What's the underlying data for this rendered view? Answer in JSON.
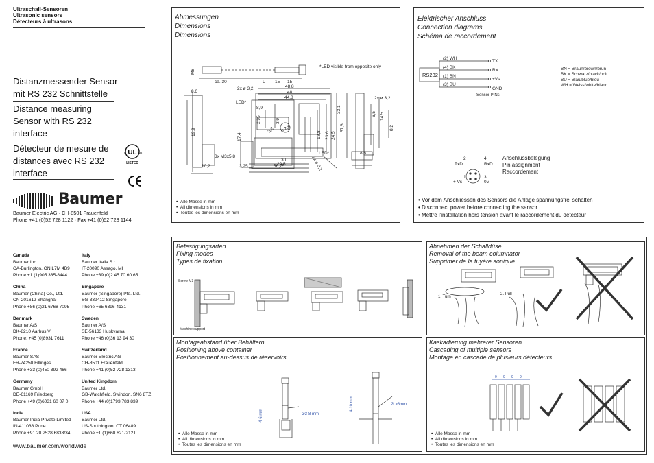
{
  "header": {
    "line1": "Ultraschall-Sensoren",
    "line2": "Ultrasonic sensors",
    "line3": "Détecteurs à ultrasons"
  },
  "titles": {
    "de": [
      "Distanzmessender Sensor",
      "mit RS 232 Schnittstelle"
    ],
    "en": [
      "Distance measuring",
      "Sensor with RS 232",
      "interface"
    ],
    "fr": [
      "Détecteur de mesure de",
      "distances avec RS 232",
      "interface"
    ]
  },
  "brand": {
    "logo": "Baumer",
    "company": "Baumer Electric AG · CH-8501 Frauenfeld",
    "phone": "Phone +41 (0)52 728 1122 · Fax +41 (0)52 728 1144"
  },
  "dimensions": {
    "heading": [
      "Abmessungen",
      "Dimensions",
      "Dimensions"
    ],
    "led_note": "*LED visible from opposite only",
    "labels": {
      "m8": "M8",
      "ca30": "ca. 30",
      "l": "L",
      "d15a": "15",
      "d15b": "15",
      "d86a": "8,6",
      "hole": "2x ø 3,2",
      "d488a": "48,8",
      "d48": "48",
      "d448": "44,8",
      "led": "LED*",
      "d89": "8,9",
      "d295": "2,95",
      "d39": "3,9",
      "d174": "17,4",
      "d32": "3,2",
      "d25": "ø 2,5",
      "d331": "33,1",
      "d576": "57,6",
      "d138": "13,8",
      "d236": "23,6",
      "d245": "24,5",
      "d205": "20,5",
      "d30": "30",
      "d3675": "36,75",
      "d325": "3,25",
      "m3": "3x M3x5,8",
      "d102": "10,2",
      "d199": "19,9",
      "led2": "LED*",
      "hole2": "2x ø 3,2",
      "d65": "6,5",
      "d145": "14,5",
      "d82": "8,2",
      "d86b": "8,6",
      "hole3": "2x ø 3,2"
    },
    "notes": [
      "Alle Masse in mm",
      "All dimensions in mm",
      "Toutes les dimensions en mm"
    ]
  },
  "electrical": {
    "heading": [
      "Elektrischer Anschluss",
      "Connection diagrams",
      "Schéma de raccordement"
    ],
    "rs232": "RS232",
    "wires": [
      "(2) WH",
      "(4) BK",
      "(1) BN",
      "(3) BU"
    ],
    "signals": [
      "TX",
      "RX",
      "+Vs",
      "GND"
    ],
    "sensor_pins": "Sensor PINs",
    "legend": [
      "BN = Braun/brown/brun",
      "BK = Schwarz/black/noir",
      "BU = Blau/blue/bleu",
      "WH = Weiss/white/blanc"
    ],
    "pins": {
      "p2": "2",
      "p4": "4",
      "txd": "TxD",
      "rxd": "RxD",
      "p1": "1",
      "p3": "3",
      "vs": "+ Vs",
      "v0": "0V"
    },
    "pin_heading": [
      "Anschlussbelegung",
      "Pin assignment",
      "Raccordement"
    ],
    "bullets": [
      "Vor dem Anschliessen des Sensors die Anlage spannungsfrei schalten",
      "Disconnect power before connecting the sensor",
      "Mettre l'installation hors tension avant le raccordement du détecteur"
    ]
  },
  "addresses": [
    {
      "country": "Canada",
      "lines": [
        "Baumer Inc.",
        "CA-Burlington, ON L7M 4B9",
        "Phone +1 (1)905 335-8444"
      ]
    },
    {
      "country": "Italy",
      "lines": [
        "Baumer Italia S.r.l.",
        "IT-20090 Assago, MI",
        "Phone +39 (0)2 45 70 60 65"
      ]
    },
    {
      "country": "China",
      "lines": [
        "Baumer (China) Co., Ltd.",
        "CN-201612 Shanghai",
        "Phone +86 (0)21 6768 7095"
      ]
    },
    {
      "country": "Singapore",
      "lines": [
        "Baumer (Singapore) Pte. Ltd.",
        "SG-339412 Singapore",
        "Phone +65 6396 4131"
      ]
    },
    {
      "country": "Denmark",
      "lines": [
        "Baumer A/S",
        "DK-8210 Aarhus V",
        "Phone: +45 (0)8931 7611"
      ]
    },
    {
      "country": "Sweden",
      "lines": [
        "Baumer A/S",
        "SE-56133 Huskvarna",
        "Phone +46 (0)36 13 94 30"
      ]
    },
    {
      "country": "France",
      "lines": [
        "Baumer SAS",
        "FR-74250 Fillinges",
        "Phone +33 (0)450 392 466"
      ]
    },
    {
      "country": "Switzerland",
      "lines": [
        "Baumer Electric AG",
        "CH-8501 Frauenfeld",
        "Phone +41 (0)52 728 1313"
      ]
    },
    {
      "country": "Germany",
      "lines": [
        "Baumer GmbH",
        "DE-61169 Friedberg",
        "Phone +49 (0)6031 60 07 0"
      ]
    },
    {
      "country": "United Kingdom",
      "lines": [
        "Baumer Ltd.",
        "GB-Watchfield, Swindon, SN6 8TZ",
        "Phone +44 (0)1793 783 839"
      ]
    },
    {
      "country": "India",
      "lines": [
        "Baumer India Private Limited",
        "IN-411038 Pune",
        "Phone +91 20 2528 6833/34"
      ]
    },
    {
      "country": "USA",
      "lines": [
        "Baumer Ltd.",
        "US-Southington, CT 06489",
        "Phone +1 (1)860 621-2121"
      ]
    }
  ],
  "website": "www.baumer.com/worldwide",
  "fixing": {
    "heading": [
      "Befestigungsarten",
      "Fixing modes",
      "Types de fixation"
    ],
    "screw": "Screw M3",
    "support": "Machine support"
  },
  "removal": {
    "heading": [
      "Abnehmen der Schalldüse",
      "Removal of the beam columnator",
      "Supprimer de la tuyère sonique"
    ],
    "step1": "1. Turn",
    "step2": "2. Pull"
  },
  "mounting": {
    "heading": [
      "Montageabstand über Behältern",
      "Positioning above container",
      "Positionnement au-dessus de réservoirs"
    ],
    "d46": "4-6 mm",
    "d38": "Ø3-8 mm",
    "d410": "4-10 mm",
    "d8": "Ø >8mm",
    "notes": [
      "Alle Masse in mm",
      "All dimensions in mm",
      "Toutes les dimensions en mm"
    ]
  },
  "cascading": {
    "heading": [
      "Kaskadierung mehrerer Sensoren",
      "Cascading of multiple sensors",
      "Montage en cascade de plusieurs détecteurs"
    ],
    "pitch": "9",
    "notes": [
      "Alle Masse in mm",
      "All dimensions in mm",
      "Toutes les dimensions en mm"
    ]
  },
  "colors": {
    "line": "#333333",
    "shade": "#9a9a9a"
  }
}
